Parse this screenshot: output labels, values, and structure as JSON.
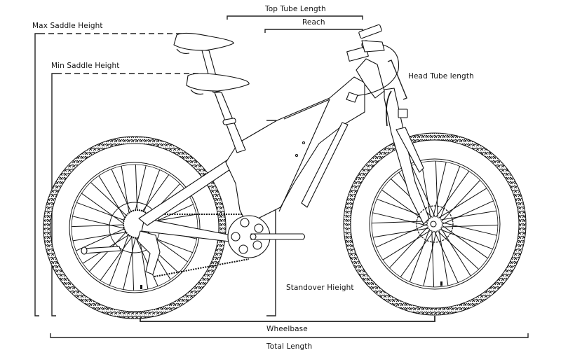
{
  "diagram": {
    "subject": "Full-suspension fat-tire electric mountain bike geometry diagram",
    "colors": {
      "ink": "#111111",
      "background": "#ffffff",
      "dimension_line": "#222222"
    },
    "labels": {
      "max_saddle_height": "Max Saddle Height",
      "min_saddle_height": "Min Saddle Height",
      "top_tube_length": "Top Tube Length",
      "reach": "Reach",
      "head_tube_length": "Head Tube length",
      "standover_height": "Standover Hieight",
      "wheelbase": "Wheelbase",
      "total_length": "Total Length"
    },
    "components": [
      "rear-wheel",
      "front-wheel",
      "frame",
      "saddle-max",
      "saddle-min",
      "seatpost",
      "rear-shock",
      "motor-crank",
      "chain",
      "rear-derailleur",
      "fork",
      "handlebar",
      "display",
      "battery"
    ]
  }
}
